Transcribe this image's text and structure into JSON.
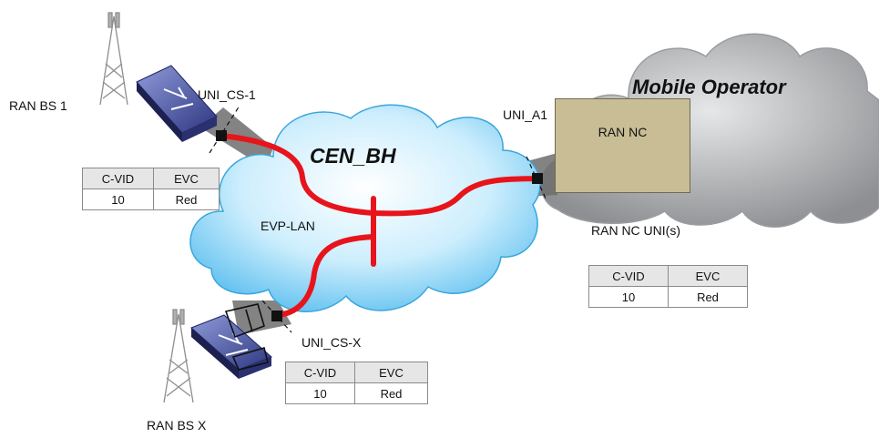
{
  "clouds": {
    "provider_network": "CEN_BH",
    "operator": "Mobile Operator"
  },
  "service": "EVP-LAN",
  "sites": {
    "bs1": {
      "name": "RAN BS 1",
      "uni": "UNI_CS-1",
      "table": {
        "headers": [
          "C-VID",
          "EVC"
        ],
        "row": [
          "10",
          "Red"
        ]
      }
    },
    "bsx": {
      "name": "RAN BS X",
      "uni": "UNI_CS-X",
      "table": {
        "headers": [
          "C-VID",
          "EVC"
        ],
        "row": [
          "10",
          "Red"
        ]
      }
    },
    "nc": {
      "name": "RAN NC",
      "uni": "UNI_A1",
      "uni_label": "RAN NC UNI(s)",
      "table": {
        "headers": [
          "C-VID",
          "EVC"
        ],
        "row": [
          "10",
          "Red"
        ]
      }
    }
  },
  "colors": {
    "evc_red": "#e8141b",
    "cloud_blue": "#8fd3f5",
    "cloud_grey": "#a9abae",
    "nc_box": "#c9bd95"
  }
}
